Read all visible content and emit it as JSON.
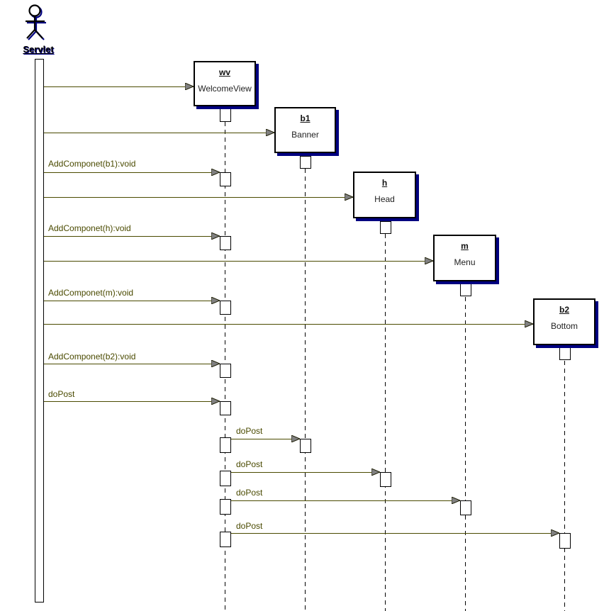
{
  "diagram_type": "uml-sequence-diagram",
  "actor": {
    "label": "Servlet"
  },
  "objects": [
    {
      "id": "wv",
      "name": "WelcomeView"
    },
    {
      "id": "b1",
      "name": "Banner"
    },
    {
      "id": "h",
      "name": "Head"
    },
    {
      "id": "m",
      "name": "Menu"
    },
    {
      "id": "b2",
      "name": "Bottom"
    }
  ],
  "messages": [
    {
      "from": "Servlet",
      "to": "WelcomeView",
      "label": "AddComponet(b1):void"
    },
    {
      "from": "Servlet",
      "to": "WelcomeView",
      "label": "AddComponet(h):void"
    },
    {
      "from": "Servlet",
      "to": "WelcomeView",
      "label": "AddComponet(m):void"
    },
    {
      "from": "Servlet",
      "to": "WelcomeView",
      "label": "AddComponet(b2):void"
    },
    {
      "from": "Servlet",
      "to": "WelcomeView",
      "label": "doPost"
    },
    {
      "from": "WelcomeView",
      "to": "Banner",
      "label": "doPost"
    },
    {
      "from": "WelcomeView",
      "to": "Head",
      "label": "doPost"
    },
    {
      "from": "WelcomeView",
      "to": "Menu",
      "label": "doPost"
    },
    {
      "from": "WelcomeView",
      "to": "Bottom",
      "label": "doPost"
    }
  ],
  "create_messages": [
    {
      "from": "Servlet",
      "to": "WelcomeView"
    },
    {
      "from": "Servlet",
      "to": "Banner"
    },
    {
      "from": "Servlet",
      "to": "Head"
    },
    {
      "from": "Servlet",
      "to": "Menu"
    },
    {
      "from": "Servlet",
      "to": "Bottom"
    }
  ],
  "colors": {
    "line": "#4a4a00",
    "arrow_fill": "#808080",
    "shadow": "#000080",
    "box_border": "#000000",
    "background": "#ffffff"
  }
}
